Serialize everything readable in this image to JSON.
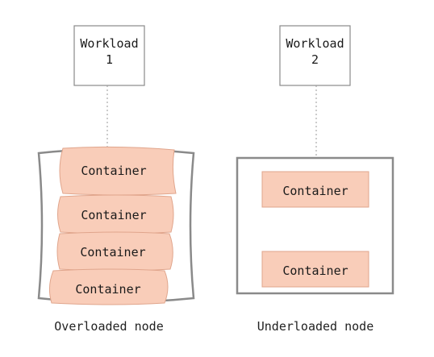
{
  "workloads": [
    {
      "line1": "Workload",
      "line2": "1"
    },
    {
      "line1": "Workload",
      "line2": "2"
    }
  ],
  "overloaded": {
    "caption": "Overloaded node",
    "containers": [
      "Container",
      "Container",
      "Container",
      "Container"
    ]
  },
  "underloaded": {
    "caption": "Underloaded node",
    "containers": [
      "Container",
      "Container"
    ]
  },
  "colors": {
    "container_fill": "#f9cdb9",
    "container_stroke": "#e0a58c",
    "node_stroke": "#8a8a8a",
    "workload_stroke": "#8a8a8a",
    "dotted_line": "#999999"
  }
}
